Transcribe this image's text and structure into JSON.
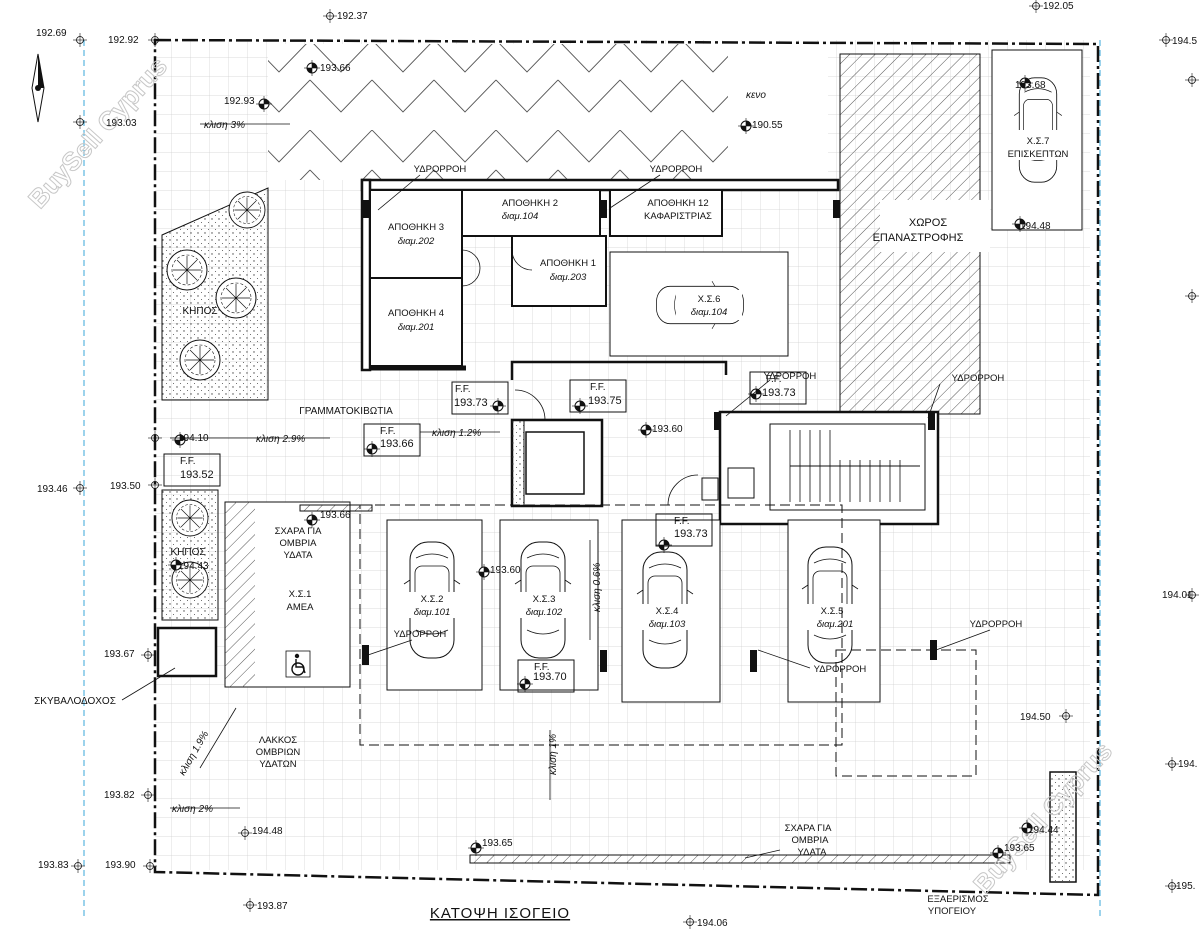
{
  "drawing": {
    "title": "ΚΑΤΟΨΗ ΙΣΟΓΕΙΟ",
    "watermark": "BuySell Cyprus",
    "colors": {
      "line": "#111111",
      "hatch": "#444444",
      "grid": "#d6d6d6",
      "cyan": "#3aa7d8",
      "watermark": "#c7c7c7"
    }
  },
  "rooms": {
    "storage3": {
      "name": "ΑΠΟΘΗΚΗ 3",
      "ref": "διαμ.202"
    },
    "storage2": {
      "name": "ΑΠΟΘΗΚΗ 2",
      "ref": "διαμ.104"
    },
    "storage12": {
      "name": "ΑΠΟΘΗΚΗ 12",
      "ref": "ΚΑΦΑΡΙΣΤΡΙΑΣ"
    },
    "storage1": {
      "name": "ΑΠΟΘΗΚΗ 1",
      "ref": "διαμ.203"
    },
    "storage4": {
      "name": "ΑΠΟΘΗΚΗ 4",
      "ref": "διαμ.201"
    },
    "parking6": {
      "name": "Χ.Σ.6",
      "ref": "διαμ.104"
    },
    "parking7": {
      "name": "Χ.Σ.7",
      "ref": "ΕΠΙΣΚΕΠΤΩΝ"
    },
    "parking1": {
      "name": "Χ.Σ.1",
      "ref": "ΑΜΕΑ"
    },
    "parking2": {
      "name": "Χ.Σ.2",
      "ref": "διαμ.101"
    },
    "parking3": {
      "name": "Χ.Σ.3",
      "ref": "διαμ.102"
    },
    "parking4": {
      "name": "Χ.Σ.4",
      "ref": "διαμ.103"
    },
    "parking5": {
      "name": "Χ.Σ.5",
      "ref": "διαμ.201"
    },
    "turning": {
      "line1": "ΧΩΡΟΣ",
      "line2": "ΕΠΑΝΑΣΤΡΟΦΗΣ"
    }
  },
  "labels": {
    "void": "κενο",
    "garden1": "ΚΗΠΟΣ",
    "garden2": "ΚΗΠΟΣ",
    "mailboxes": "ΓΡΑΜΜΑΤΟΚΙΒΩΤΙΑ",
    "bin": "ΣΚΥΒΑΛΟΔΟΧΟΣ",
    "grate_top": {
      "line1": "ΣΧΑΡΑ ΓΙΑ",
      "line2": "ΟΜΒΡΙΑ",
      "line3": "ΥΔΑΤΑ"
    },
    "grate_bottom": {
      "line1": "ΣΧΑΡΑ ΓΙΑ",
      "line2": "ΟΜΒΡΙΑ",
      "line3": "ΥΔΑΤΑ"
    },
    "pit": {
      "line1": "ΛΑΚΚΟΣ",
      "line2": "ΟΜΒΡΙΩΝ",
      "line3": "ΥΔΑΤΩΝ"
    },
    "vent": {
      "line1": "ΕΞΑΕΡΙΣΜΟΣ",
      "line2": "ΥΠΟΓΕΙΟΥ"
    },
    "ydrorroi": "ΥΔΡΟΡΡΟΗ",
    "ff": "F.F."
  },
  "slopes": {
    "s1": "κλιση 3%",
    "s2": "κλιση 2.9%",
    "s3": "κλιση 1.2%",
    "s4": "κλιση 0.6%",
    "s5": "κλιση 1%",
    "s6": "κλιση 1.9%",
    "s7": "κλιση 2%"
  },
  "levels": {
    "l192_37": "192.37",
    "l192_05": "192.05",
    "l192_69": "192.69",
    "l192_92": "192.92",
    "l193_66": "193.66",
    "l192_93": "192.93",
    "l193_03": "193.03",
    "l190_55": "190.55",
    "l193_68": "193.68",
    "l194_48a": "194.48",
    "l194_5x": "194.5",
    "l193_73a": "193.73",
    "l193_75": "193.75",
    "l193_73b": "193.73",
    "l193_60a": "193.60",
    "l194_10": "194.10",
    "l193_66b": "193.66",
    "l193_52": "193.52",
    "l193_46": "193.46",
    "l193_50": "193.50",
    "l193_66c": "193.66",
    "l194_43": "194.43",
    "l193_60b": "193.60",
    "l193_73c": "193.73",
    "l193_70": "193.70",
    "l194_01": "194.01",
    "l193_67": "193.67",
    "l194_50": "194.50",
    "l193_82": "193.82",
    "l194_48b": "194.48",
    "l193_83": "193.83",
    "l193_90": "193.90",
    "l193_65a": "193.65",
    "l194_44": "194.44",
    "l193_65b": "193.65",
    "l193_87": "193.87",
    "l194_06": "194.06",
    "l194_8x": "194.",
    "l195_x": "195."
  }
}
